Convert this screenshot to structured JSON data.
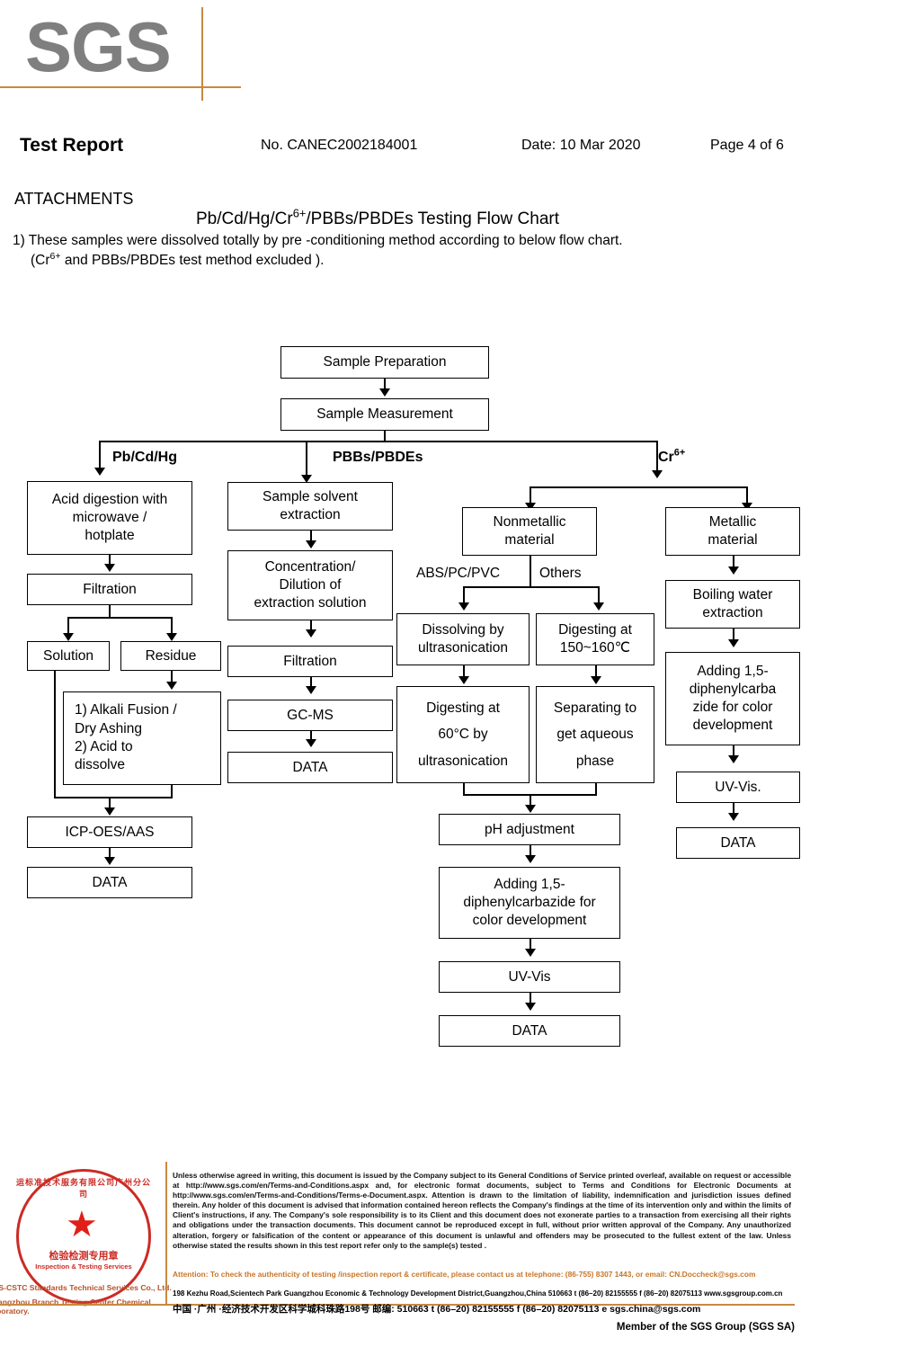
{
  "logo": {
    "text": "SGS"
  },
  "header": {
    "title": "Test Report",
    "report_no": "No. CANEC2002184001",
    "date": "Date: 10 Mar 2020",
    "page": "Page 4 of 6"
  },
  "attachments": {
    "label": "ATTACHMENTS",
    "flow_title_pre": "Pb/Cd/Hg/Cr",
    "flow_title_sup": "6+",
    "flow_title_post": "/PBBs/PBDEs Testing Flow Chart",
    "note1": "1) These samples were dissolved totally by pre -conditioning method according to below flow chart.",
    "note2_pre": "(Cr",
    "note2_sup": "6+",
    "note2_post": " and PBBs/PBDEs  test method excluded )."
  },
  "flowchart": {
    "type": "flow-diagram",
    "nodes": {
      "sample_preparation": "Sample Preparation",
      "sample_measurement": "Sample Measurement",
      "acid_digestion": "Acid digestion with\nmicrowave /\nhotplate",
      "filtration_left": "Filtration",
      "solution": "Solution",
      "residue": "Residue",
      "alkali_fusion": "1) Alkali Fusion /\n    Dry Ashing\n2) Acid to\n    dissolve",
      "icp_oes_aas": "ICP-OES/AAS",
      "data_left": "DATA",
      "sample_solvent_extraction": "Sample solvent\nextraction",
      "concentration_dilution": "Concentration/\nDilution of\nextraction solution",
      "filtration_mid": "Filtration",
      "gc_ms": "GC-MS",
      "data_mid": "DATA",
      "nonmetallic_material": "Nonmetallic\nmaterial",
      "metallic_material": "Metallic\nmaterial",
      "dissolving_ultrasonication": "Dissolving by\nultrasonication",
      "digesting_150_160": "Digesting at\n150~160℃",
      "digesting_60_ultrasonication": "Digesting at\n60°C by\nultrasonication",
      "separating_aqueous": "Separating to\nget aqueous\nphase",
      "ph_adjustment": "pH adjustment",
      "adding_dpc_nonmetallic": "Adding 1,5-\ndiphenylcarbazide for\ncolor development",
      "uv_vis_nonmetallic": "UV-Vis",
      "data_nonmetallic": "DATA",
      "boiling_water_extraction": "Boiling water\nextraction",
      "adding_dpc_metallic": "Adding 1,5-\ndiphenylcarba\nzide for color\ndevelopment",
      "uv_vis_metallic": "UV-Vis.",
      "data_metallic": "DATA"
    },
    "branch_labels": {
      "pb_cd_hg": "Pb/Cd/Hg",
      "pbbs_pbdes": "PBBs/PBDEs",
      "cr6_pre": "Cr",
      "cr6_sup": "6+",
      "abs_pc_pvc": "ABS/PC/PVC",
      "others": "Others"
    }
  },
  "footer": {
    "legal": "Unless otherwise agreed in writing, this document is issued by the Company subject to its General Conditions of Service printed overleaf, available on request or accessible at http://www.sgs.com/en/Terms-and-Conditions.aspx and, for electronic format documents, subject to Terms and Conditions for Electronic Documents at http://www.sgs.com/en/Terms-and-Conditions/Terms-e-Document.aspx. Attention is drawn to the limitation of liability, indemnification and jurisdiction issues defined therein. Any holder of this document is advised that information contained hereon reflects the Company's findings at the time of its intervention only and within the limits of Client's instructions, if any. The Company's sole responsibility is to its Client and this document does not exonerate parties to a transaction from exercising all their rights and obligations under the transaction documents. This document cannot be reproduced except in full, without prior written approval of the Company. Any unauthorized alteration, forgery or falsification of the content or appearance of this document is unlawful and offenders may be prosecuted to the fullest extent of the law. Unless otherwise stated the results shown in this test report refer only to the sample(s) tested .",
    "attention": "Attention: To check the authenticity of testing /inspection report & certificate, please contact us at telephone: (86-755) 8307 1443, or email: CN.Doccheck@sgs.com",
    "address_en": "198 Kezhu Road,Scientech Park Guangzhou Economic & Technology Development District,Guangzhou,China   510663    t (86–20) 82155555   f (86–20) 82075113    www.sgsgroup.com.cn",
    "address_cn": "中国 ·广州 ·经济技术开发区科学城科珠路198号              邮编: 510663   t (86–20) 82155555  f (86–20) 82075113   e  sgs.china@sgs.com",
    "member": "Member of the SGS Group (SGS SA)"
  },
  "stamp": {
    "arc_top": "运标准技术服务有限公司广州分公司",
    "cn": "检验检测专用章",
    "en": "Inspection & Testing Services",
    "line1": "SGS-CSTC Standards Technical Services Co., Ltd.",
    "line2": "Guangzhou Branch Testing Center Chemical Laboratory.",
    "star": "★"
  }
}
